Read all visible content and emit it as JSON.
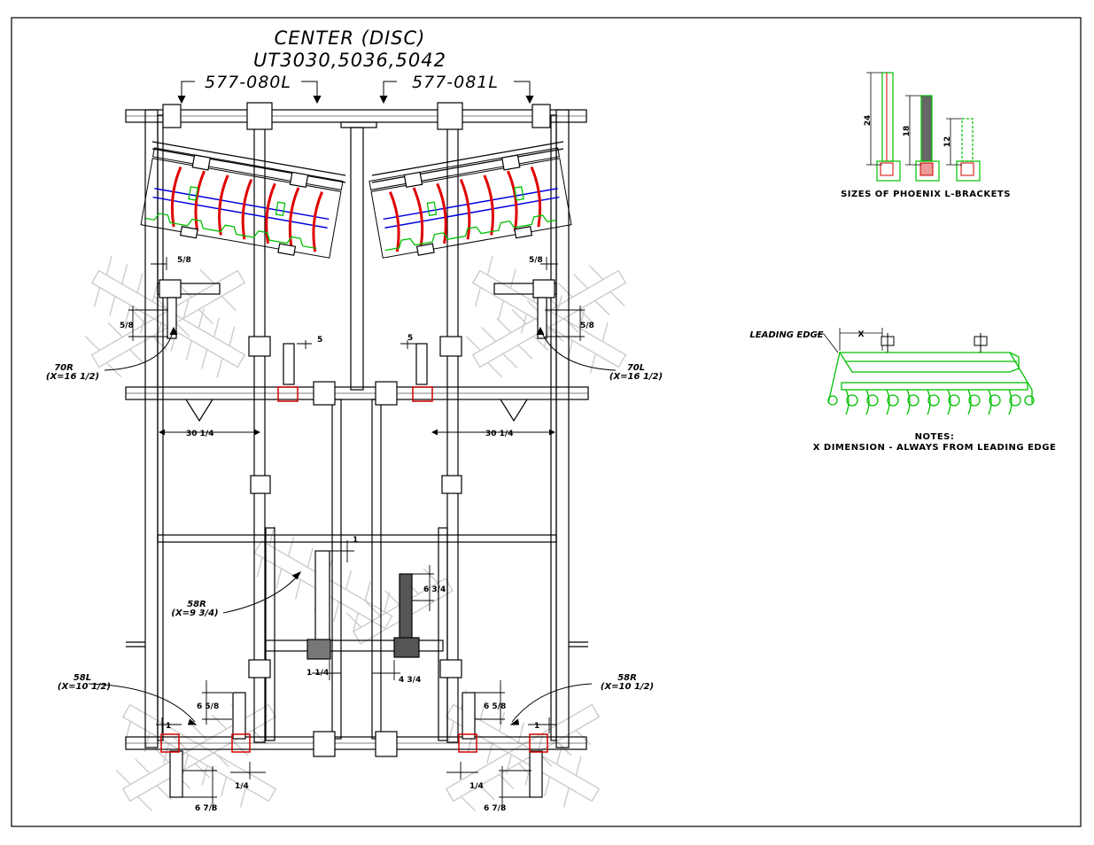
{
  "title": {
    "line1": "CENTER (DISC)",
    "line2": "UT3030,5036,5042"
  },
  "parts": {
    "left": "577-080L",
    "right": "577-081L"
  },
  "callouts": {
    "r70": {
      "code": "70R",
      "x": "(X=16 1/2)"
    },
    "l70": {
      "code": "70L",
      "x": "(X=16 1/2)"
    },
    "r58_mid": {
      "code": "58R",
      "x": "(X=9 3/4)"
    },
    "l58": {
      "code": "58L",
      "x": "(X=10 1/2)"
    },
    "r58_low": {
      "code": "58R",
      "x": "(X=10 1/2)"
    }
  },
  "dimensions": {
    "five_eighths": "5/8",
    "five": "5",
    "thirty_quarter": "30 1/4",
    "one": "1",
    "six_three_quarter": "6 3/4",
    "one_quarter_a": "1 1/4",
    "four_three_quarter": "4 3/4",
    "six_five_eighths": "6 5/8",
    "quarter": "1/4",
    "six_seven_eighths": "6 7/8"
  },
  "brackets": {
    "caption": "SIZES OF PHOENIX L-BRACKETS",
    "sizes": [
      "24",
      "18",
      "12"
    ]
  },
  "leading_edge": {
    "label": "LEADING EDGE",
    "x_label": "X",
    "notes_title": "NOTES:",
    "notes_text": "X DIMENSION - ALWAYS FROM LEADING EDGE"
  },
  "colors": {
    "frame": "#000000",
    "disc_outline": "#d0d0d0",
    "blade": "#e00000",
    "axle": "#0000e0",
    "bracket": "#00c000"
  }
}
